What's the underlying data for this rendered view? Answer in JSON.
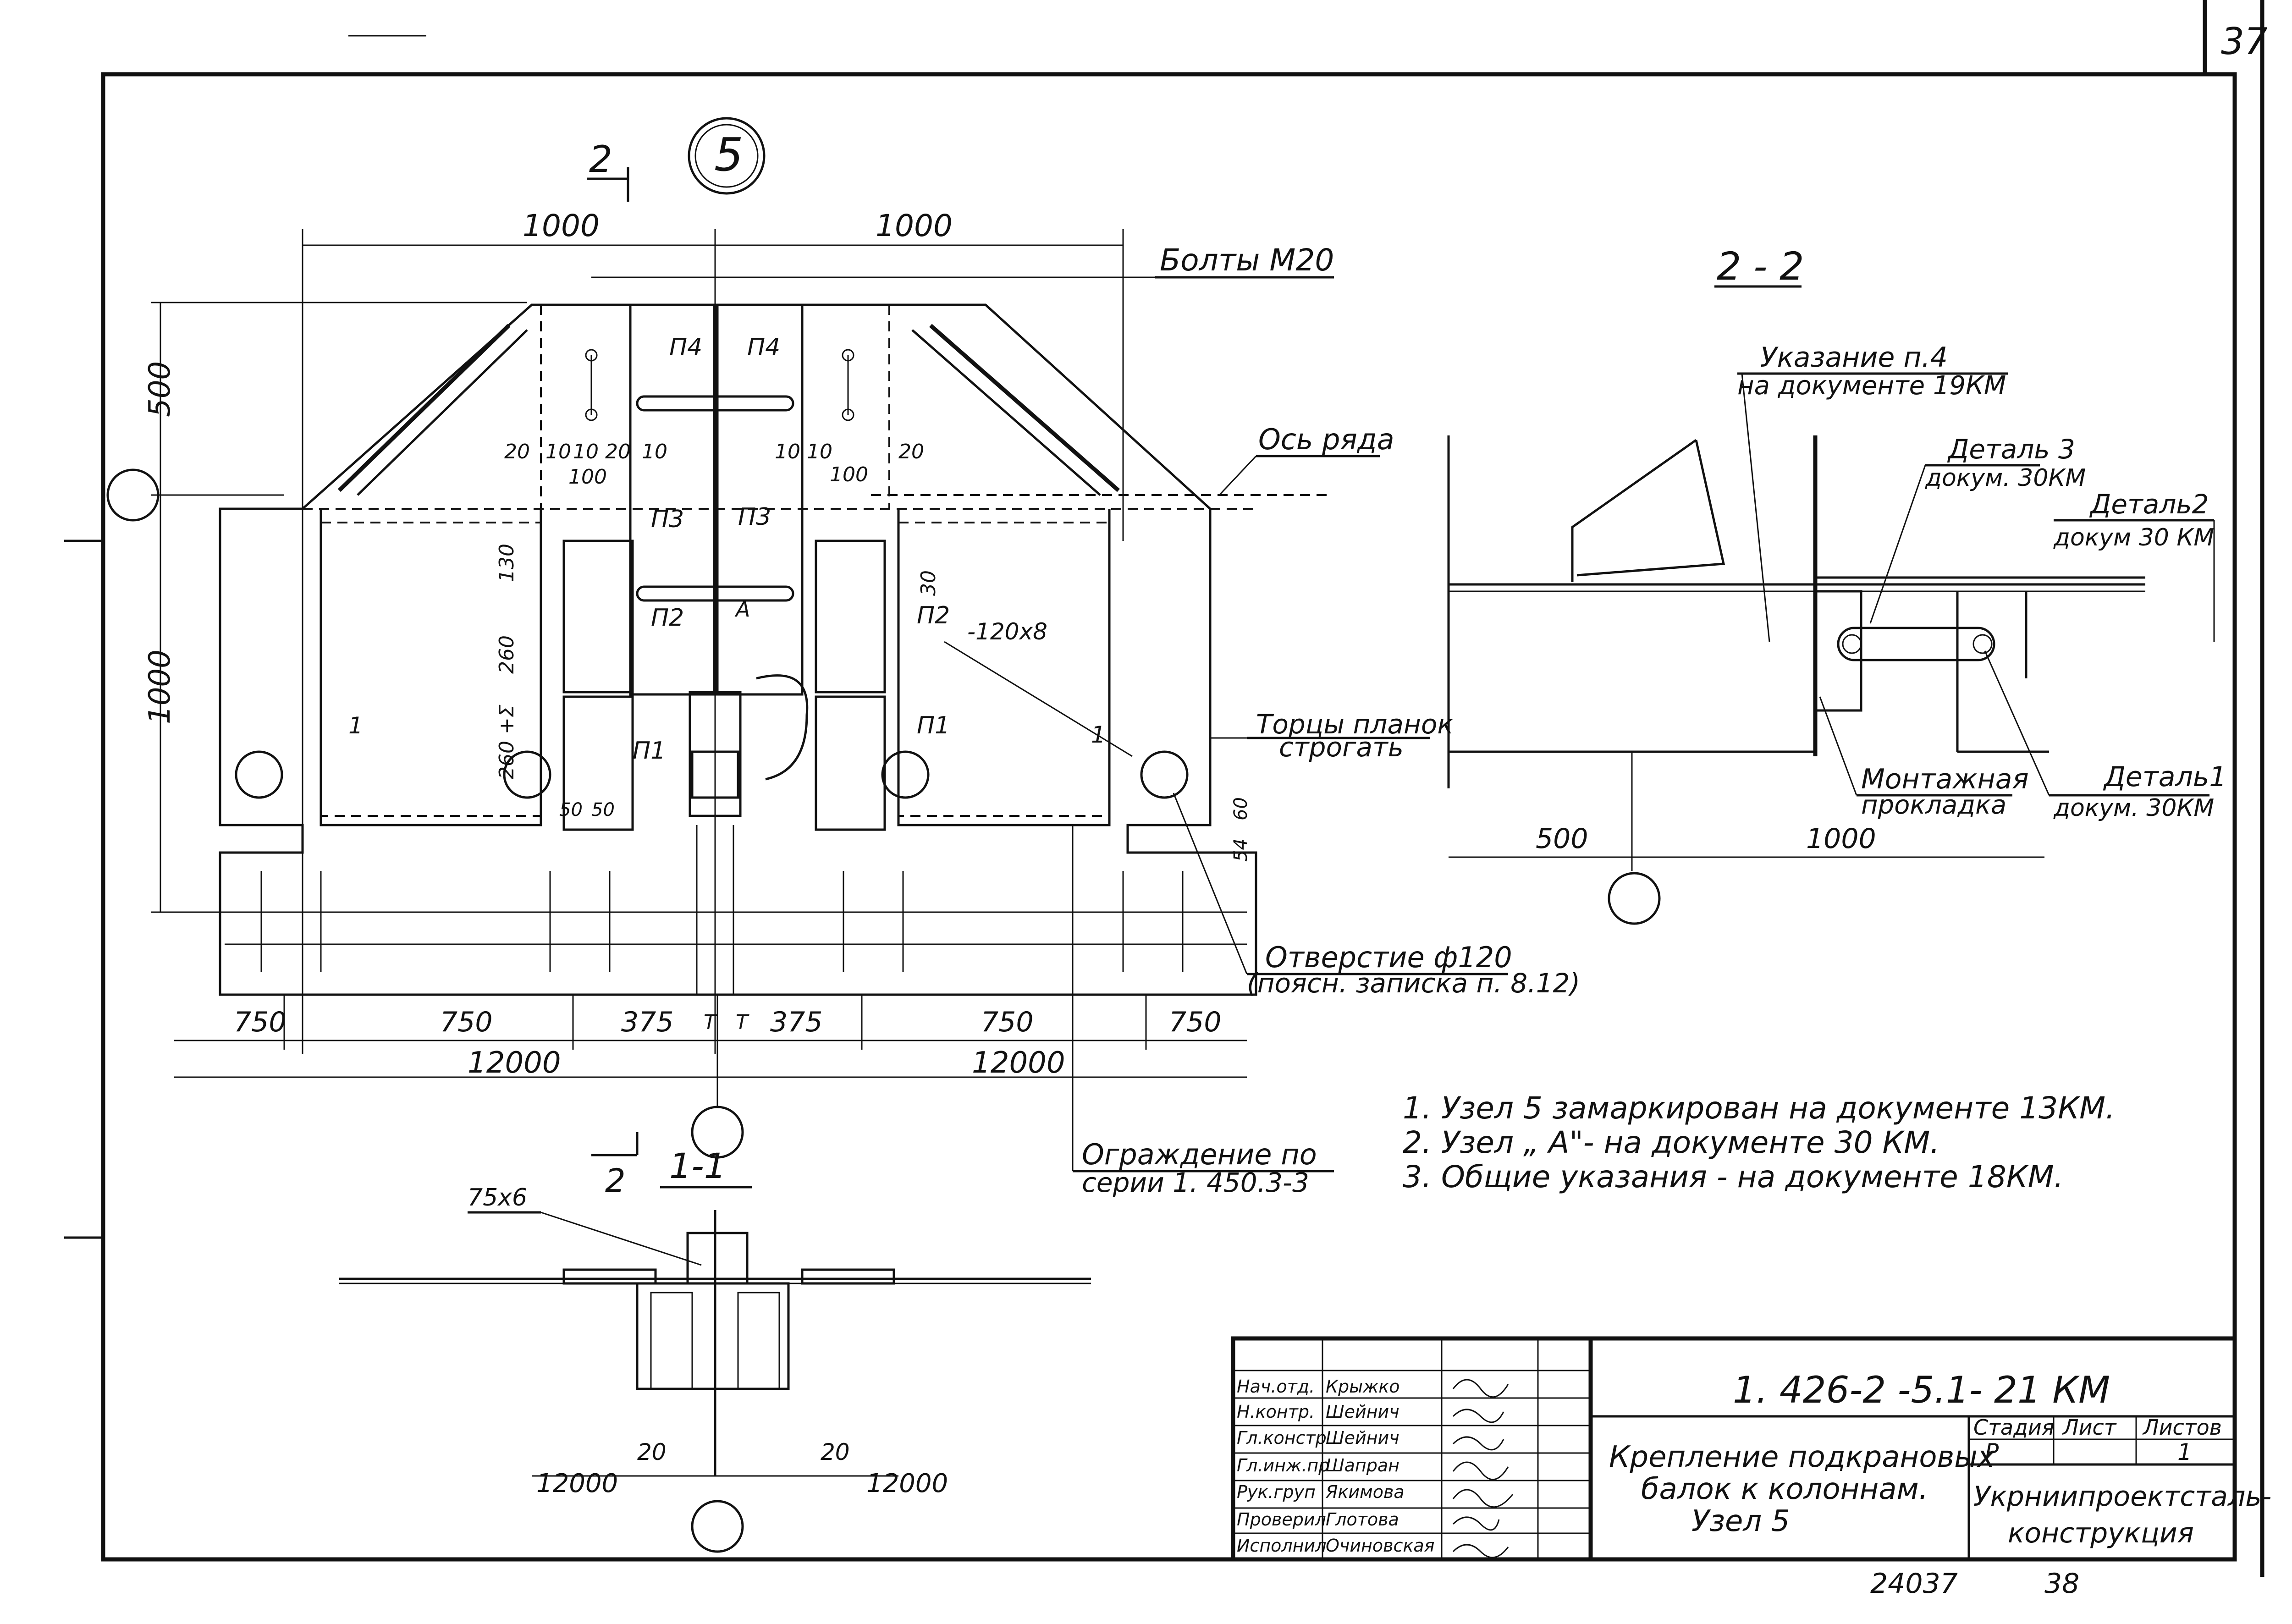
{
  "corner_number": "37",
  "node_number": "5",
  "section_mark": "2",
  "plan": {
    "top_dims": [
      "1000",
      "1000"
    ],
    "left_dims": [
      "500",
      "1000"
    ],
    "bolts_label": "Болты М20",
    "row_axis_label": "Ось ряда",
    "plates": [
      "П4",
      "П4",
      "П3",
      "П3",
      "П2",
      "П2",
      "П1",
      "П1"
    ],
    "small_dims": [
      "20",
      "10",
      "10",
      "20",
      "10",
      "10",
      "10",
      "20",
      "100",
      "100",
      "130",
      "260",
      "260 +Σ",
      "30",
      "50",
      "50",
      "54",
      "60"
    ],
    "node_a": "А",
    "plate_size": "-120х8",
    "cut_marks": [
      "1",
      "1"
    ],
    "ends_label_1": "Торцы планок",
    "ends_label_2": "строгать",
    "hole_label_1": "Отверстие ф120",
    "hole_label_2": "(поясн. записка п. 8.12)",
    "fence_label_1": "Ограждение по",
    "fence_label_2": "серии 1. 450.3-3",
    "bottom_dims": [
      "750",
      "750",
      "375",
      "375",
      "750",
      "750"
    ],
    "span_dims": [
      "12000",
      "12000"
    ],
    "t_marks": [
      "Т",
      "Т"
    ]
  },
  "section_22": {
    "title": "2 - 2",
    "note_ref_1": "Указание п.4",
    "note_ref_2": "на документе 19КМ",
    "detail3_1": "Деталь 3",
    "detail3_2": "докум. 30КМ",
    "detail2_1": "Деталь2",
    "detail2_2": "докум 30 КМ",
    "gasket_1": "Монтажная",
    "gasket_2": "прокладка",
    "detail1_1": "Деталь1",
    "detail1_2": "докум. 30КМ",
    "dims": [
      "500",
      "1000"
    ]
  },
  "section_11": {
    "title": "1-1",
    "mark": "2",
    "angle": "75х6",
    "dims": [
      "20",
      "20"
    ],
    "spans": [
      "12000",
      "12000"
    ]
  },
  "notes": [
    "1.  Узел 5 замаркирован на документе 13КМ.",
    "2.  Узел „ А\"- на документе 30 КМ.",
    "3.  Общие указания - на документе 18КМ."
  ],
  "title_block": {
    "code": "1. 426-2 -5.1- 21 КМ",
    "title_1": "Крепление подкрановых",
    "title_2": "балок к колоннам.",
    "title_3": "Узел 5",
    "stage_label": "Стадия",
    "sheet_label": "Лист",
    "sheets_label": "Листов",
    "stage": "Р",
    "sheets": "1",
    "org_1": "Укрниипроектсталь-",
    "org_2": "конструкция",
    "roles": [
      {
        "role": "Нач.отд.",
        "name": "Крыжко"
      },
      {
        "role": "Н.контр.",
        "name": "Шейнич"
      },
      {
        "role": "Гл.констр",
        "name": "Шейнич"
      },
      {
        "role": "Гл.инж.пр",
        "name": "Шапран"
      },
      {
        "role": "Рук.груп",
        "name": "Якимова"
      },
      {
        "role": "Проверил",
        "name": "Глотова"
      },
      {
        "role": "Исполнил",
        "name": "Очиновская"
      }
    ]
  },
  "footer": {
    "inv": "24037",
    "page": "38"
  }
}
